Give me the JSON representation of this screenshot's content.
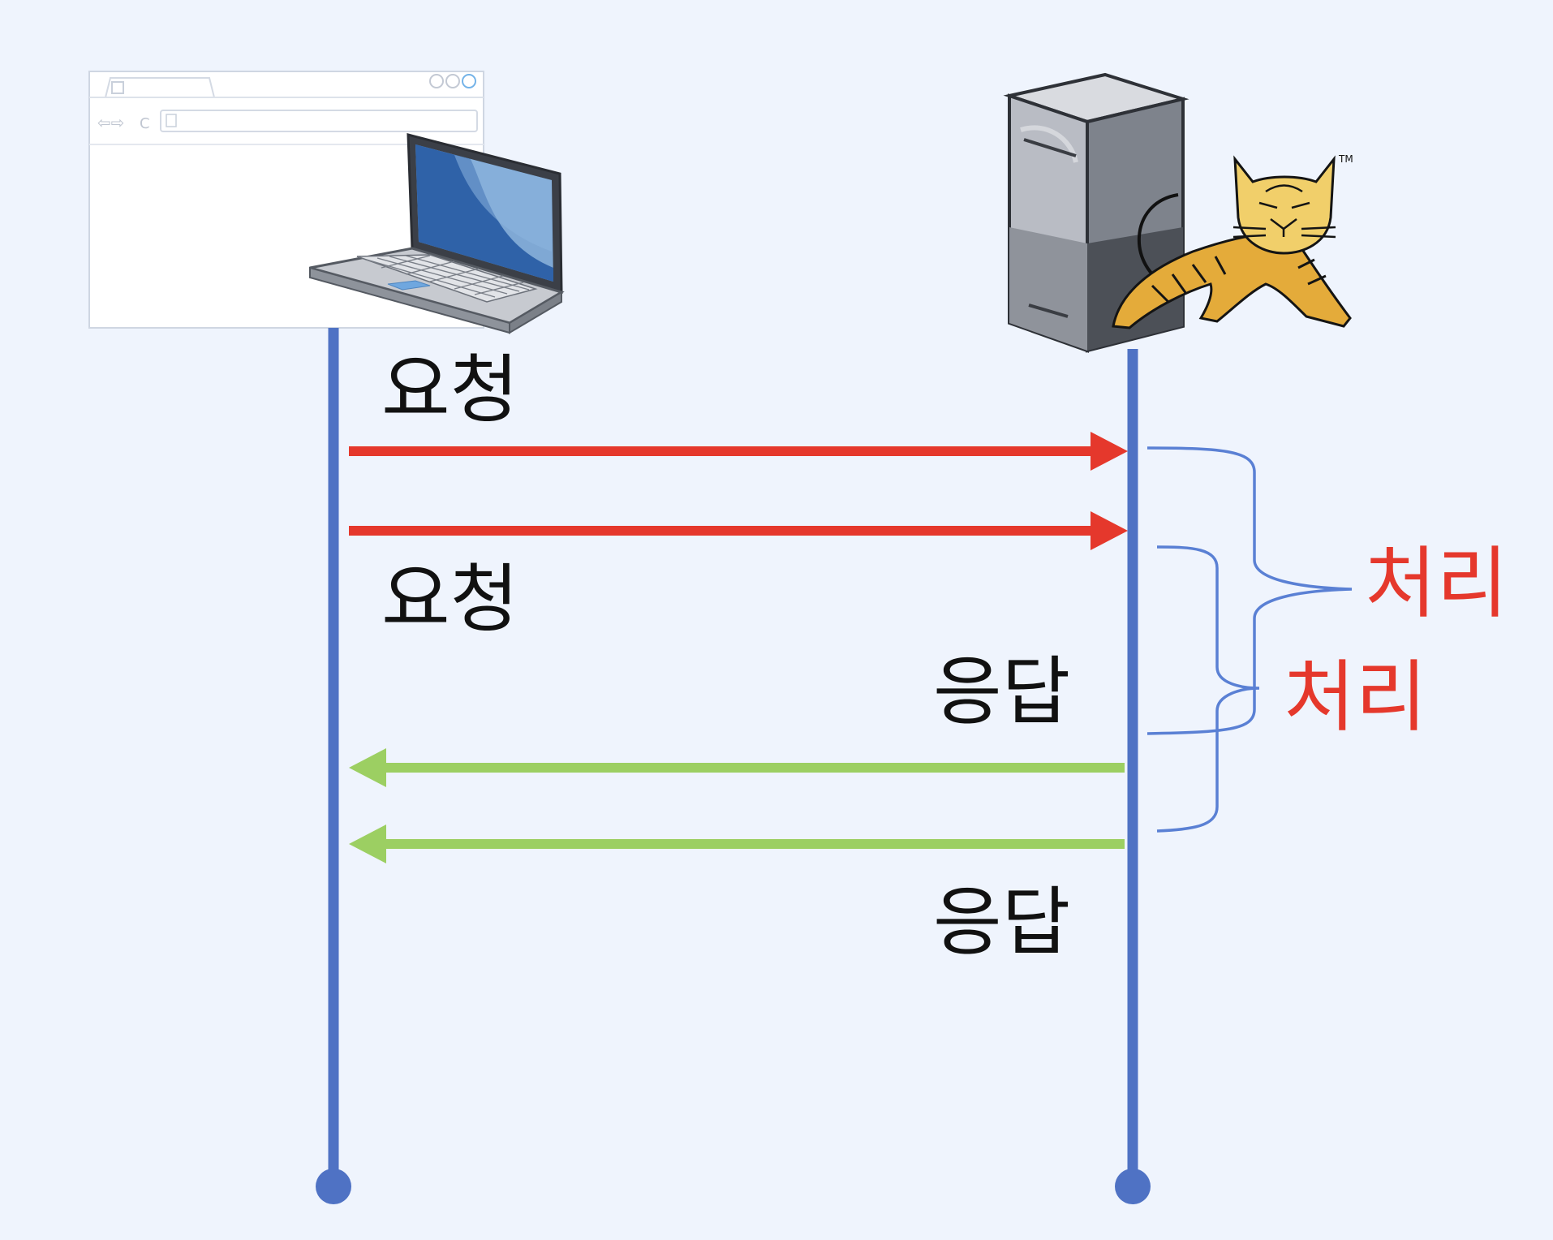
{
  "labels": {
    "request_1": "요청",
    "request_2": "요청",
    "response_1": "응답",
    "response_2": "응답",
    "process_1": "처리",
    "process_2": "처리"
  },
  "colors": {
    "background": "#eff4fd",
    "lifeline": "#4f72c4",
    "request_arrow": "#e5382c",
    "response_arrow": "#9ccf62",
    "brace": "#5a80d4",
    "process_text": "#e5382c",
    "label_text": "#111111"
  },
  "icons": {
    "client": "browser-window-with-laptop-icon",
    "server": "server-tower-with-tomcat-cat-icon"
  }
}
